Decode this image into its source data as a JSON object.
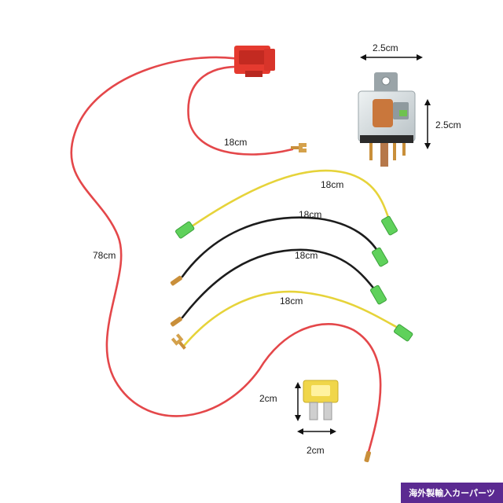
{
  "labels": {
    "relay_width": "2.5cm",
    "relay_height": "2.5cm",
    "red_short": "18cm",
    "yellow_top": "18cm",
    "black_top": "18cm",
    "black_bottom": "18cm",
    "yellow_bottom": "18cm",
    "red_long": "78cm",
    "fuse_height": "2cm",
    "fuse_width": "2cm"
  },
  "watermark": "海外製輸入カーパーツ",
  "colors": {
    "red_wire": "#e4474a",
    "yellow_wire": "#e6d33a",
    "black_wire": "#1c1c1c",
    "green_terminal": "#5fd15b",
    "fuse_holder": "#e53a2f",
    "fuse_body": "#f0d64a",
    "watermark_bg": "#5b2a91"
  }
}
